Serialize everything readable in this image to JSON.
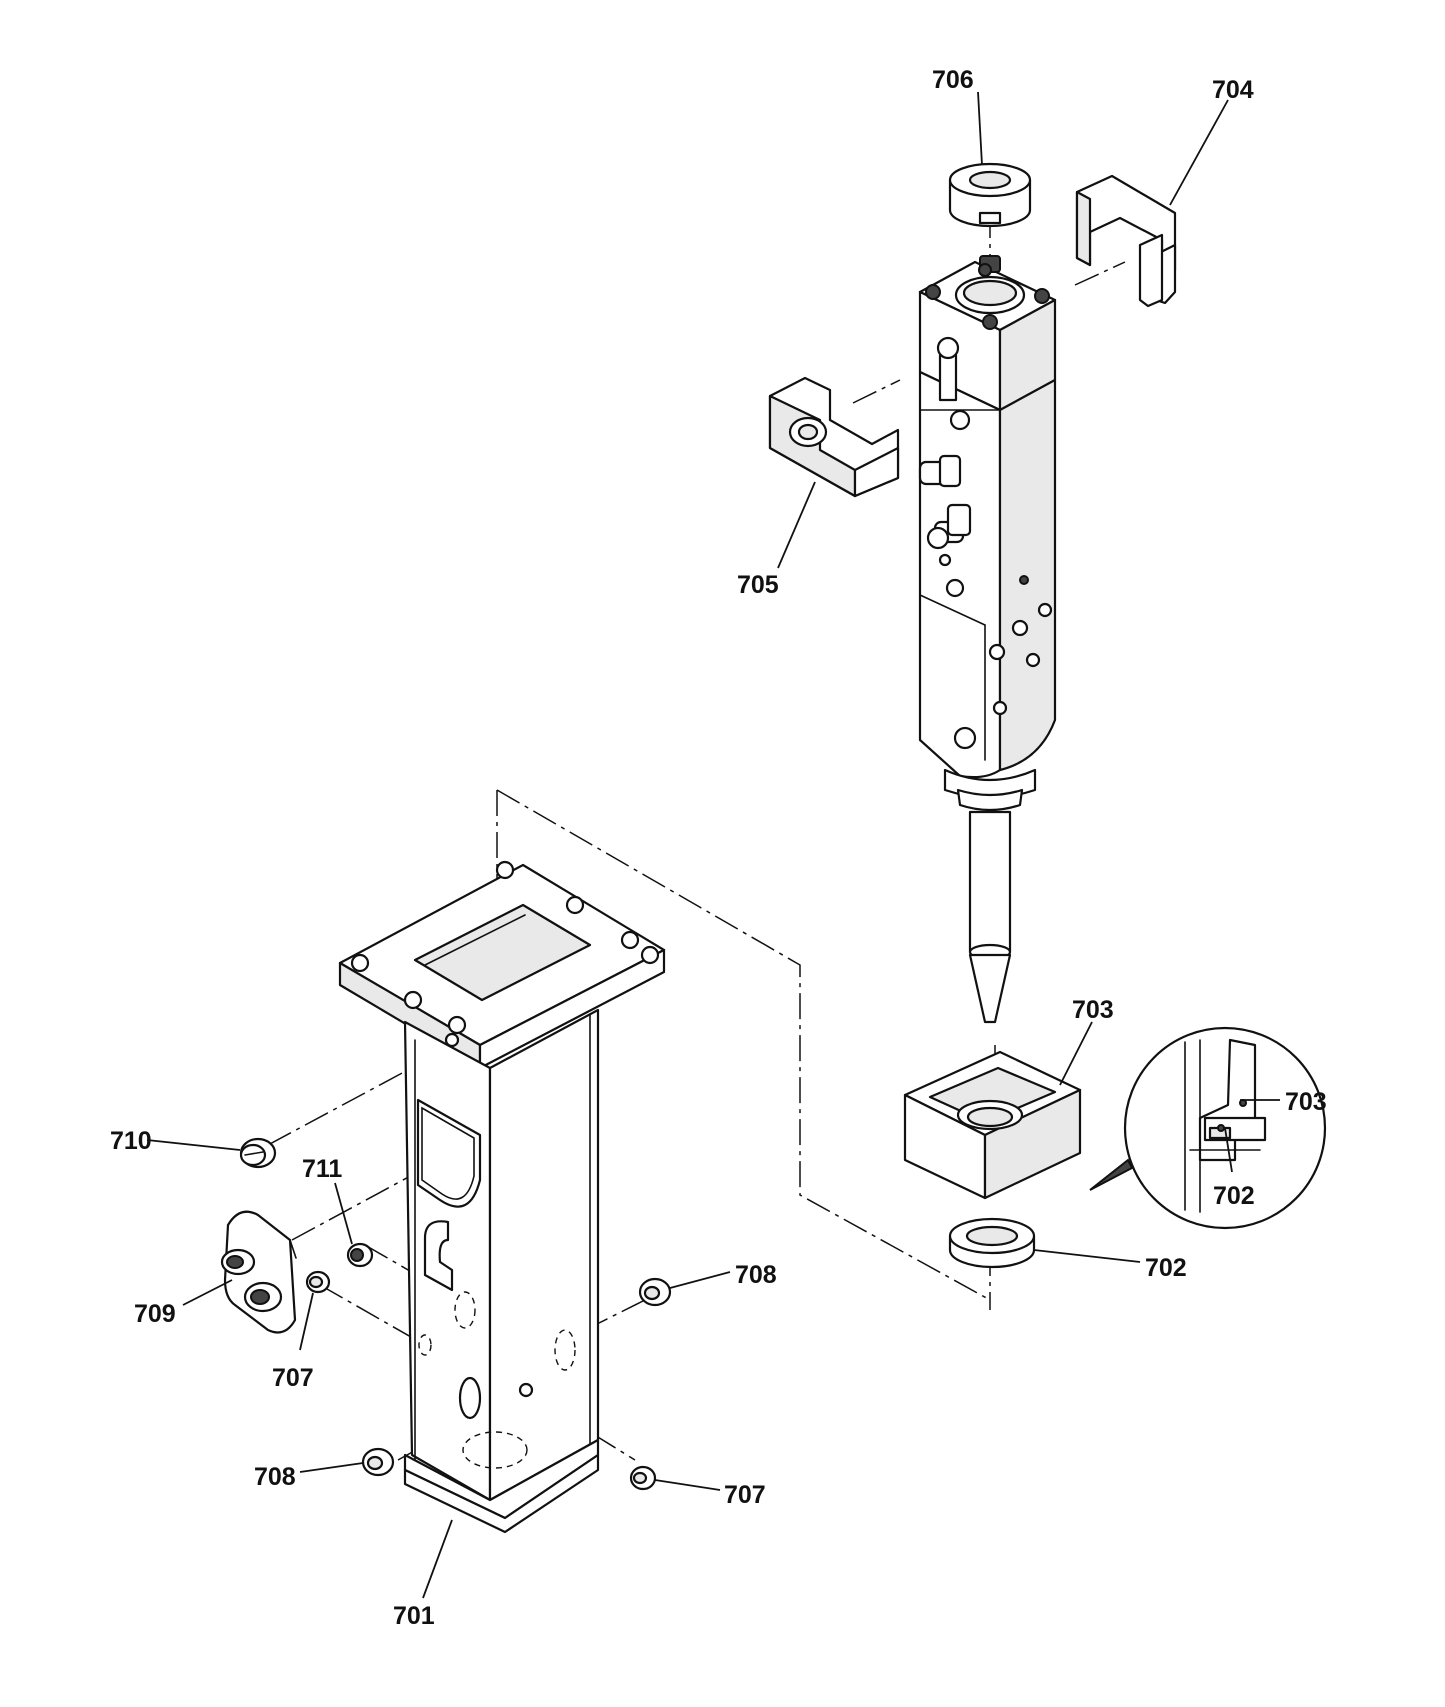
{
  "labels": {
    "l706": "706",
    "l704": "704",
    "l705": "705",
    "l703": "703",
    "l703d": "703",
    "l702d": "702",
    "l702": "702",
    "l710": "710",
    "l711": "711",
    "l709": "709",
    "l707a": "707",
    "l708a": "708",
    "l708b": "708",
    "l707b": "707",
    "l701": "701"
  },
  "colors": {
    "line": "#111111",
    "background": "#ffffff"
  }
}
